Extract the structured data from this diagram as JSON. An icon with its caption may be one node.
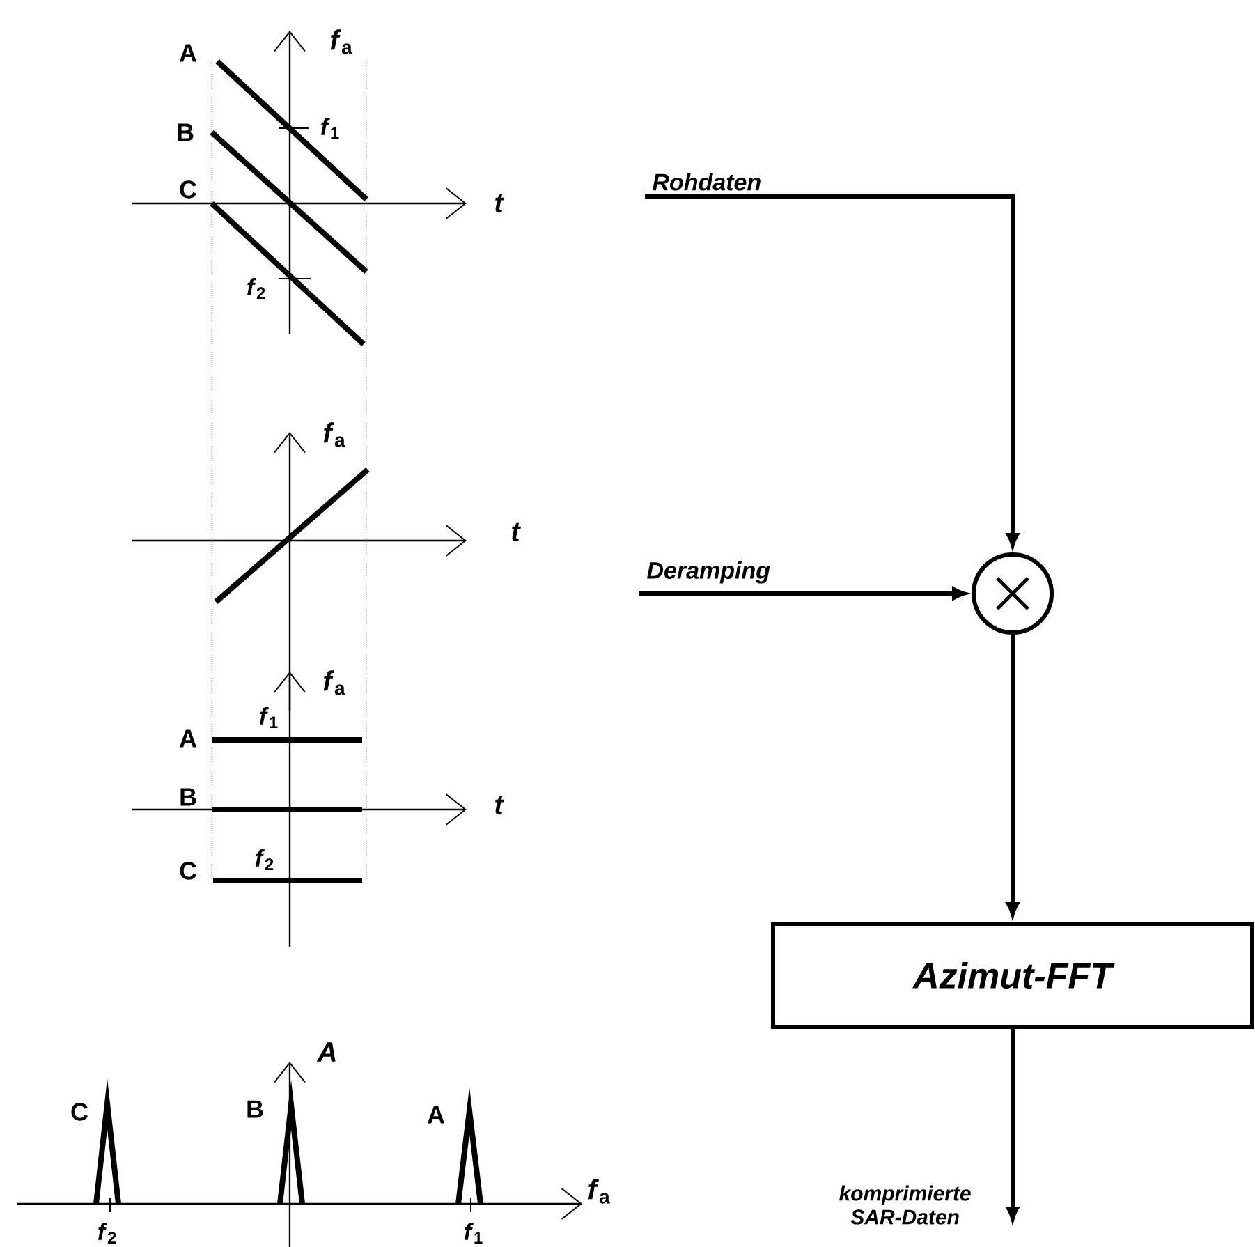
{
  "diagram": {
    "nodes": [
      {
        "text": [
          "Rohdaten"
        ]
      },
      {
        "text": [
          "Deramping"
        ]
      },
      {
        "text": [],
        "shape": "circle"
      },
      {
        "text": [
          "Azimut-FFT"
        ]
      },
      {
        "text": [
          "komprimierte SAR-Daten"
        ]
      }
    ],
    "edges": [
      {
        "from": 0,
        "to": 2,
        "arrow": "to"
      },
      {
        "from": 1,
        "to": 2,
        "arrow": "to"
      },
      {
        "from": 2,
        "to": 3,
        "arrow": "to"
      },
      {
        "from": 3,
        "to": 4,
        "arrow": "to"
      }
    ],
    "labels": [
      "A",
      "*f*$_{a}$",
      "B",
      "*f*$_{1}$",
      "C",
      "t",
      "*f*$_{2}$",
      "*f*$_{a}$",
      "t",
      "*f*$_{a}$",
      "*f*$_{1}$",
      "A",
      "B",
      "t",
      "*f*$_{2}$",
      "C",
      "A",
      "C",
      "B",
      "A",
      "*f*$_{a}$",
      "*f*$_{2}$",
      "*f*$_{1}$"
    ]
  }
}
